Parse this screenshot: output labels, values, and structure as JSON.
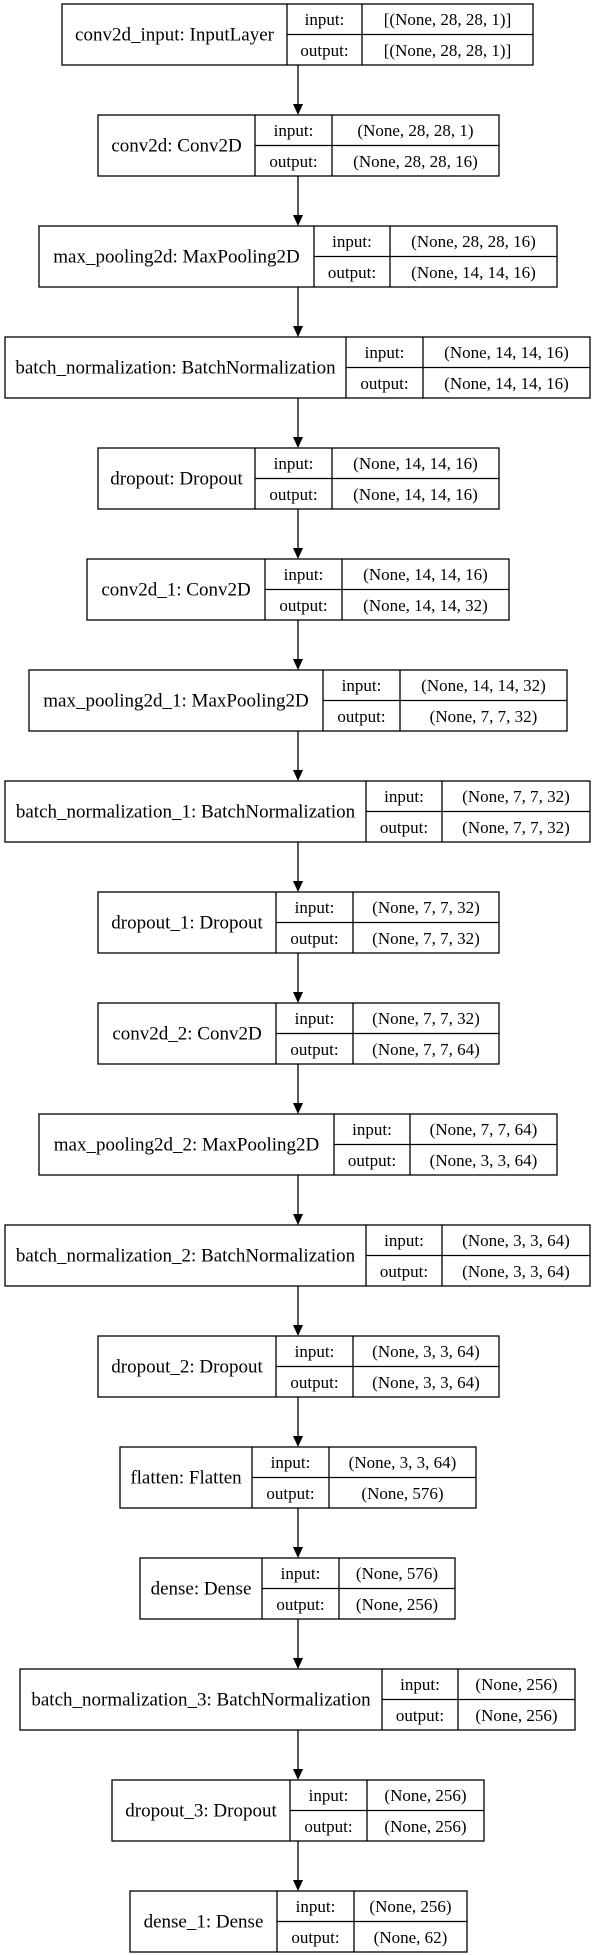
{
  "io_labels": {
    "input": "input:",
    "output": "output:"
  },
  "layers": [
    {
      "name": "conv2d_input: InputLayer",
      "input": "[(None, 28, 28, 1)]",
      "output": "[(None, 28, 28, 1)]"
    },
    {
      "name": "conv2d: Conv2D",
      "input": "(None, 28, 28, 1)",
      "output": "(None, 28, 28, 16)"
    },
    {
      "name": "max_pooling2d: MaxPooling2D",
      "input": "(None, 28, 28, 16)",
      "output": "(None, 14, 14, 16)"
    },
    {
      "name": "batch_normalization: BatchNormalization",
      "input": "(None, 14, 14, 16)",
      "output": "(None, 14, 14, 16)"
    },
    {
      "name": "dropout: Dropout",
      "input": "(None, 14, 14, 16)",
      "output": "(None, 14, 14, 16)"
    },
    {
      "name": "conv2d_1: Conv2D",
      "input": "(None, 14, 14, 16)",
      "output": "(None, 14, 14, 32)"
    },
    {
      "name": "max_pooling2d_1: MaxPooling2D",
      "input": "(None, 14, 14, 32)",
      "output": "(None, 7, 7, 32)"
    },
    {
      "name": "batch_normalization_1: BatchNormalization",
      "input": "(None, 7, 7, 32)",
      "output": "(None, 7, 7, 32)"
    },
    {
      "name": "dropout_1: Dropout",
      "input": "(None, 7, 7, 32)",
      "output": "(None, 7, 7, 32)"
    },
    {
      "name": "conv2d_2: Conv2D",
      "input": "(None, 7, 7, 32)",
      "output": "(None, 7, 7, 64)"
    },
    {
      "name": "max_pooling2d_2: MaxPooling2D",
      "input": "(None, 7, 7, 64)",
      "output": "(None, 3, 3, 64)"
    },
    {
      "name": "batch_normalization_2: BatchNormalization",
      "input": "(None, 3, 3, 64)",
      "output": "(None, 3, 3, 64)"
    },
    {
      "name": "dropout_2: Dropout",
      "input": "(None, 3, 3, 64)",
      "output": "(None, 3, 3, 64)"
    },
    {
      "name": "flatten: Flatten",
      "input": "(None, 3, 3, 64)",
      "output": "(None, 576)"
    },
    {
      "name": "dense: Dense",
      "input": "(None, 576)",
      "output": "(None, 256)"
    },
    {
      "name": "batch_normalization_3: BatchNormalization",
      "input": "(None, 256)",
      "output": "(None, 256)"
    },
    {
      "name": "dropout_3: Dropout",
      "input": "(None, 256)",
      "output": "(None, 256)"
    },
    {
      "name": "dense_1: Dense",
      "input": "(None, 256)",
      "output": "(None, 62)"
    }
  ]
}
